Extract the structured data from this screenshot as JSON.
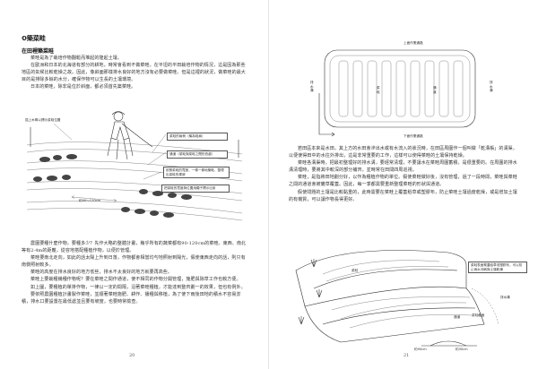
{
  "left_page": {
    "section_title": "❹築菜畦",
    "sub_title": "在田裡築菜畦",
    "paragraphs_top": [
      "菜畦是為了栽培作物翻鬆而堆起的隆起土壤。",
      "在歐洲和日本的北海道有部分的耕地，時常會看到不做菜畦。在平坦的平田栽培作物的情況，這是因為那些地區的氣候比較乾燥之故。因此，像斜面那樣排水良好的地方沒有必要做菜畦。但是這裡的狀況，做菜畦的最大目的是排除多餘的水分，確保作物可以生長的土壤環境。",
      "日本的菜畦，除非是位於斜面，都必須首先築菜畦。"
    ],
    "figure_captions": {
      "stake": "插上木棒以標示菜畦位置",
      "ridge_side": "菜畦的兩側（稱為畦肩）",
      "aisle": "通道（菜畦與菜畦之間的低處）",
      "row_note": "依照菜畦的寬度，一條一條地築畦，整理出菜畦的樣貌",
      "width": "約90～120cm",
      "plan_note": "把菜畦的寬度與位置用繩子標示出來"
    },
    "paragraphs_bottom": [
      "農園要種什麼作物，要種多少？先作大略的整體計畫，幾乎所有的蔬菜都有90-120cm的菜畦。東西、南北等有2-4m的距離，從容地搭配種植作物，以便於管理。",
      "菜畦要南北走向，如此的話太陽上升到日落，作物都會相當均勻地照射到陽光，假使東西走向的話，則只有南側照射較多。",
      "菜畦的高度在排水良好的地方低些，排水不太良好的地方就要再高些。",
      "菜畦上要栽種幾種作物呢？要在菜畦之間作通道，使不相同的作物分開管理，施肥與除草工作也較方便。",
      "如上圖，要種植的單排作物，一律以一定的間隔，沿著菜畦種植，才能達到整齊劃一的效果，但也有例外。",
      "要依照農園種植計畫製作菜畦，並順著菜畦施肥、耕作、播種與移植，為了使下雨後田地的積水不容易淤積，排水口要設置在最低處並且要有坡度，也要時常檢查。"
    ],
    "page_number": "20"
  },
  "right_page": {
    "plan_labels": {
      "top_path": "上面作業通路",
      "bottom_path": "下面作業通路",
      "drain_left": "排水溝",
      "drain_right": "排水溝",
      "ridge": "菜畦",
      "aisle": "通道"
    },
    "paragraphs_top": [
      "若田區本來是水田，其上方的水田會滲出水或有水流入的狀況時，在田區周圍作一個叫做「乾溝帳」的溝渠，以便使得田中的水往外排出，這是非常重要的工作，這樣可以使得菜畦的土壤保持乾燥。",
      "菜畦各溝渠時，把最初整理好的排水溝，要經常清理，不要讓水在菜畦周圍蓄積，是很重要的。在周圍的排水溝清理時，要將其中較深的部分補齊，並時常在田間四周巡視。",
      "菜畦，是指將田地劃分好，以作為種植作物的單位。假使菜畦做好後，沒有管理，過了一段時間，菜畦與菜畦之間的通道會被雜草覆蓋。因此，每一季都需要重新整理菜畦的形狀與通道。",
      "假使問題的土壤是比較黏重的，此時需要在菜畦上覆蓋稻草或塑膠布，防止菜畦土壤過度乾燥，或是增加土壤的有機質，可以讓作物長得更好。"
    ],
    "figure_captions": {
      "ridge_label": "菜畦",
      "mulch_note": "菜畦表面覆蓋稻草或塑膠布，可以防止雨水沖刷與土壤乾燥",
      "ditch": "排水溝",
      "aisle": "通道",
      "cross_section": "菜畦截面",
      "width_left": "約90cm",
      "width_right": "約30cm"
    },
    "page_number": "21"
  }
}
